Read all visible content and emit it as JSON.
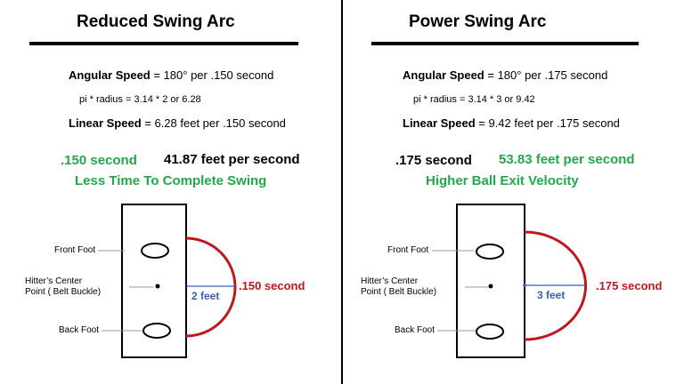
{
  "left": {
    "title": "Reduced Swing Arc",
    "angular_label": "Angular Speed",
    "angular_value": " = 180° per .150 second",
    "pi_line": "pi * radius = 3.14 * 2 or 6.28",
    "linear_label": "Linear Speed",
    "linear_value": " = 6.28 feet per .150 second",
    "time": ".150 second",
    "speed": "41.87 feet per second",
    "tagline": "Less Time To Complete Swing",
    "radius_label": "2 feet",
    "arc_time": ".150 second"
  },
  "right": {
    "title": "Power Swing Arc",
    "angular_label": "Angular Speed",
    "angular_value": " = 180° per .175 second",
    "pi_line": "pi * radius = 3.14 * 3 or 9.42",
    "linear_label": "Linear Speed",
    "linear_value": " = 9.42 feet per .175 second",
    "time": ".175 second",
    "speed": "53.83 feet per second",
    "tagline": "Higher Ball Exit Velocity",
    "radius_label": "3 feet",
    "arc_time": ".175 second"
  },
  "labels": {
    "front_foot": "Front Foot",
    "center_line1": "Hitter’s Center",
    "center_line2": "Point ( Belt Buckle)",
    "back_foot": "Back Foot"
  },
  "colors": {
    "green": "#22a84a",
    "arc_red": "#c0171f",
    "radius_blue": "#3a5fb5"
  }
}
